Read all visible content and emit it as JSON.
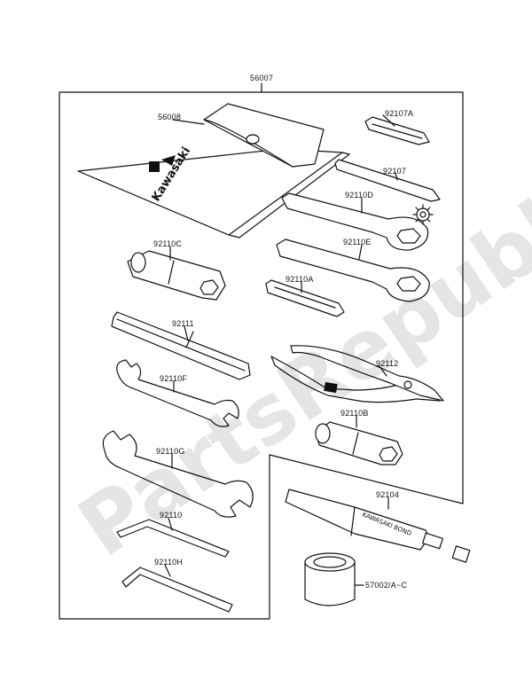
{
  "parts": {
    "p56007": "56007",
    "p56008": "56008",
    "p92107A": "92107A",
    "p92107": "92107",
    "p92110D": "92110D",
    "p92110E": "92110E",
    "p92110C": "92110C",
    "p92110A": "92110A",
    "p92111": "92111",
    "p92112": "92112",
    "p92110F": "92110F",
    "p92110B": "92110B",
    "p92110G": "92110G",
    "p92104": "92104",
    "p92110": "92110",
    "p92110H": "92110H",
    "p57002": "57002/A~C"
  },
  "pouch_text": "Kawasaki",
  "tube_text": "KAWASAKI BOND",
  "watermark": "PartsRepublik",
  "colors": {
    "line": "#111111",
    "watermark": "#bdbdbd"
  }
}
